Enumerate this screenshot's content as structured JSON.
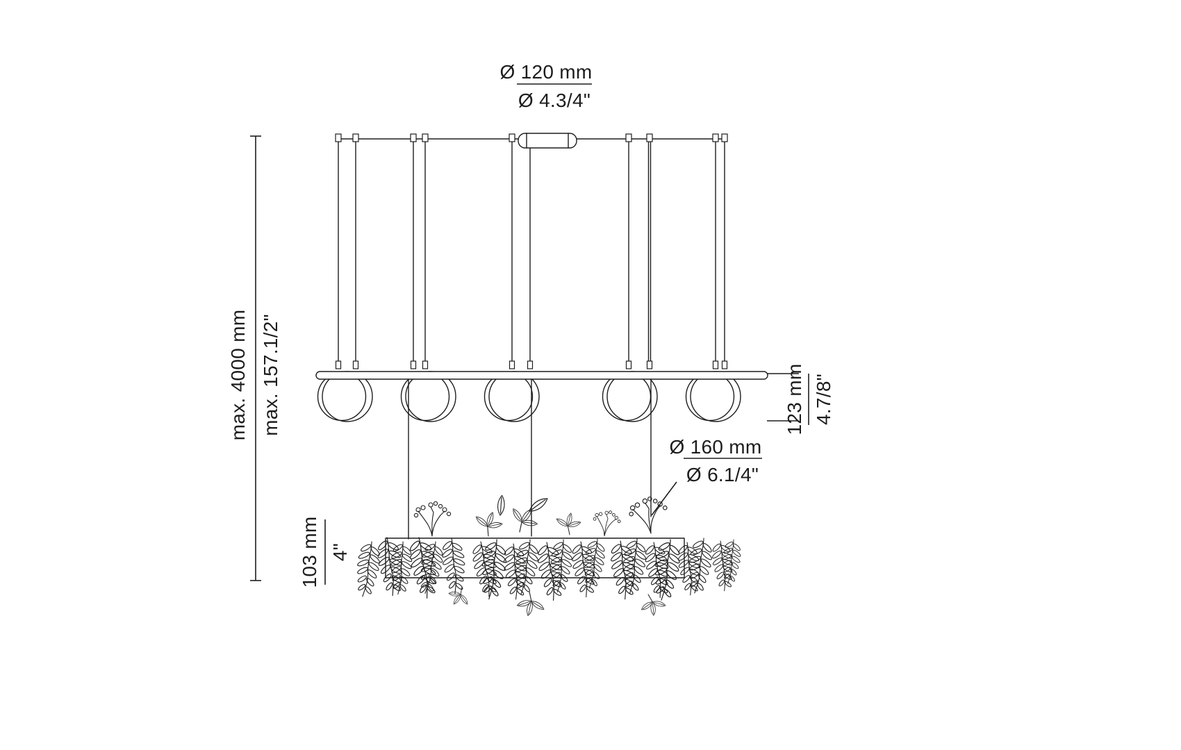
{
  "style": {
    "background": "#ffffff",
    "line_color": "#1d1d1b"
  },
  "dimensions": {
    "canopy_diameter": {
      "metric": "Ø 120 mm",
      "imperial": "Ø 4.3/4\""
    },
    "max_suspension": {
      "metric": "max. 4000 mm",
      "imperial": "max. 157.1/2\""
    },
    "shade_height": {
      "metric": "123 mm",
      "imperial": "4.7/8\""
    },
    "shade_diameter": {
      "metric": "Ø 160 mm",
      "imperial": "Ø 6.1/4\""
    },
    "lower_ring_height": {
      "metric": "103 mm",
      "imperial": "4\""
    }
  }
}
